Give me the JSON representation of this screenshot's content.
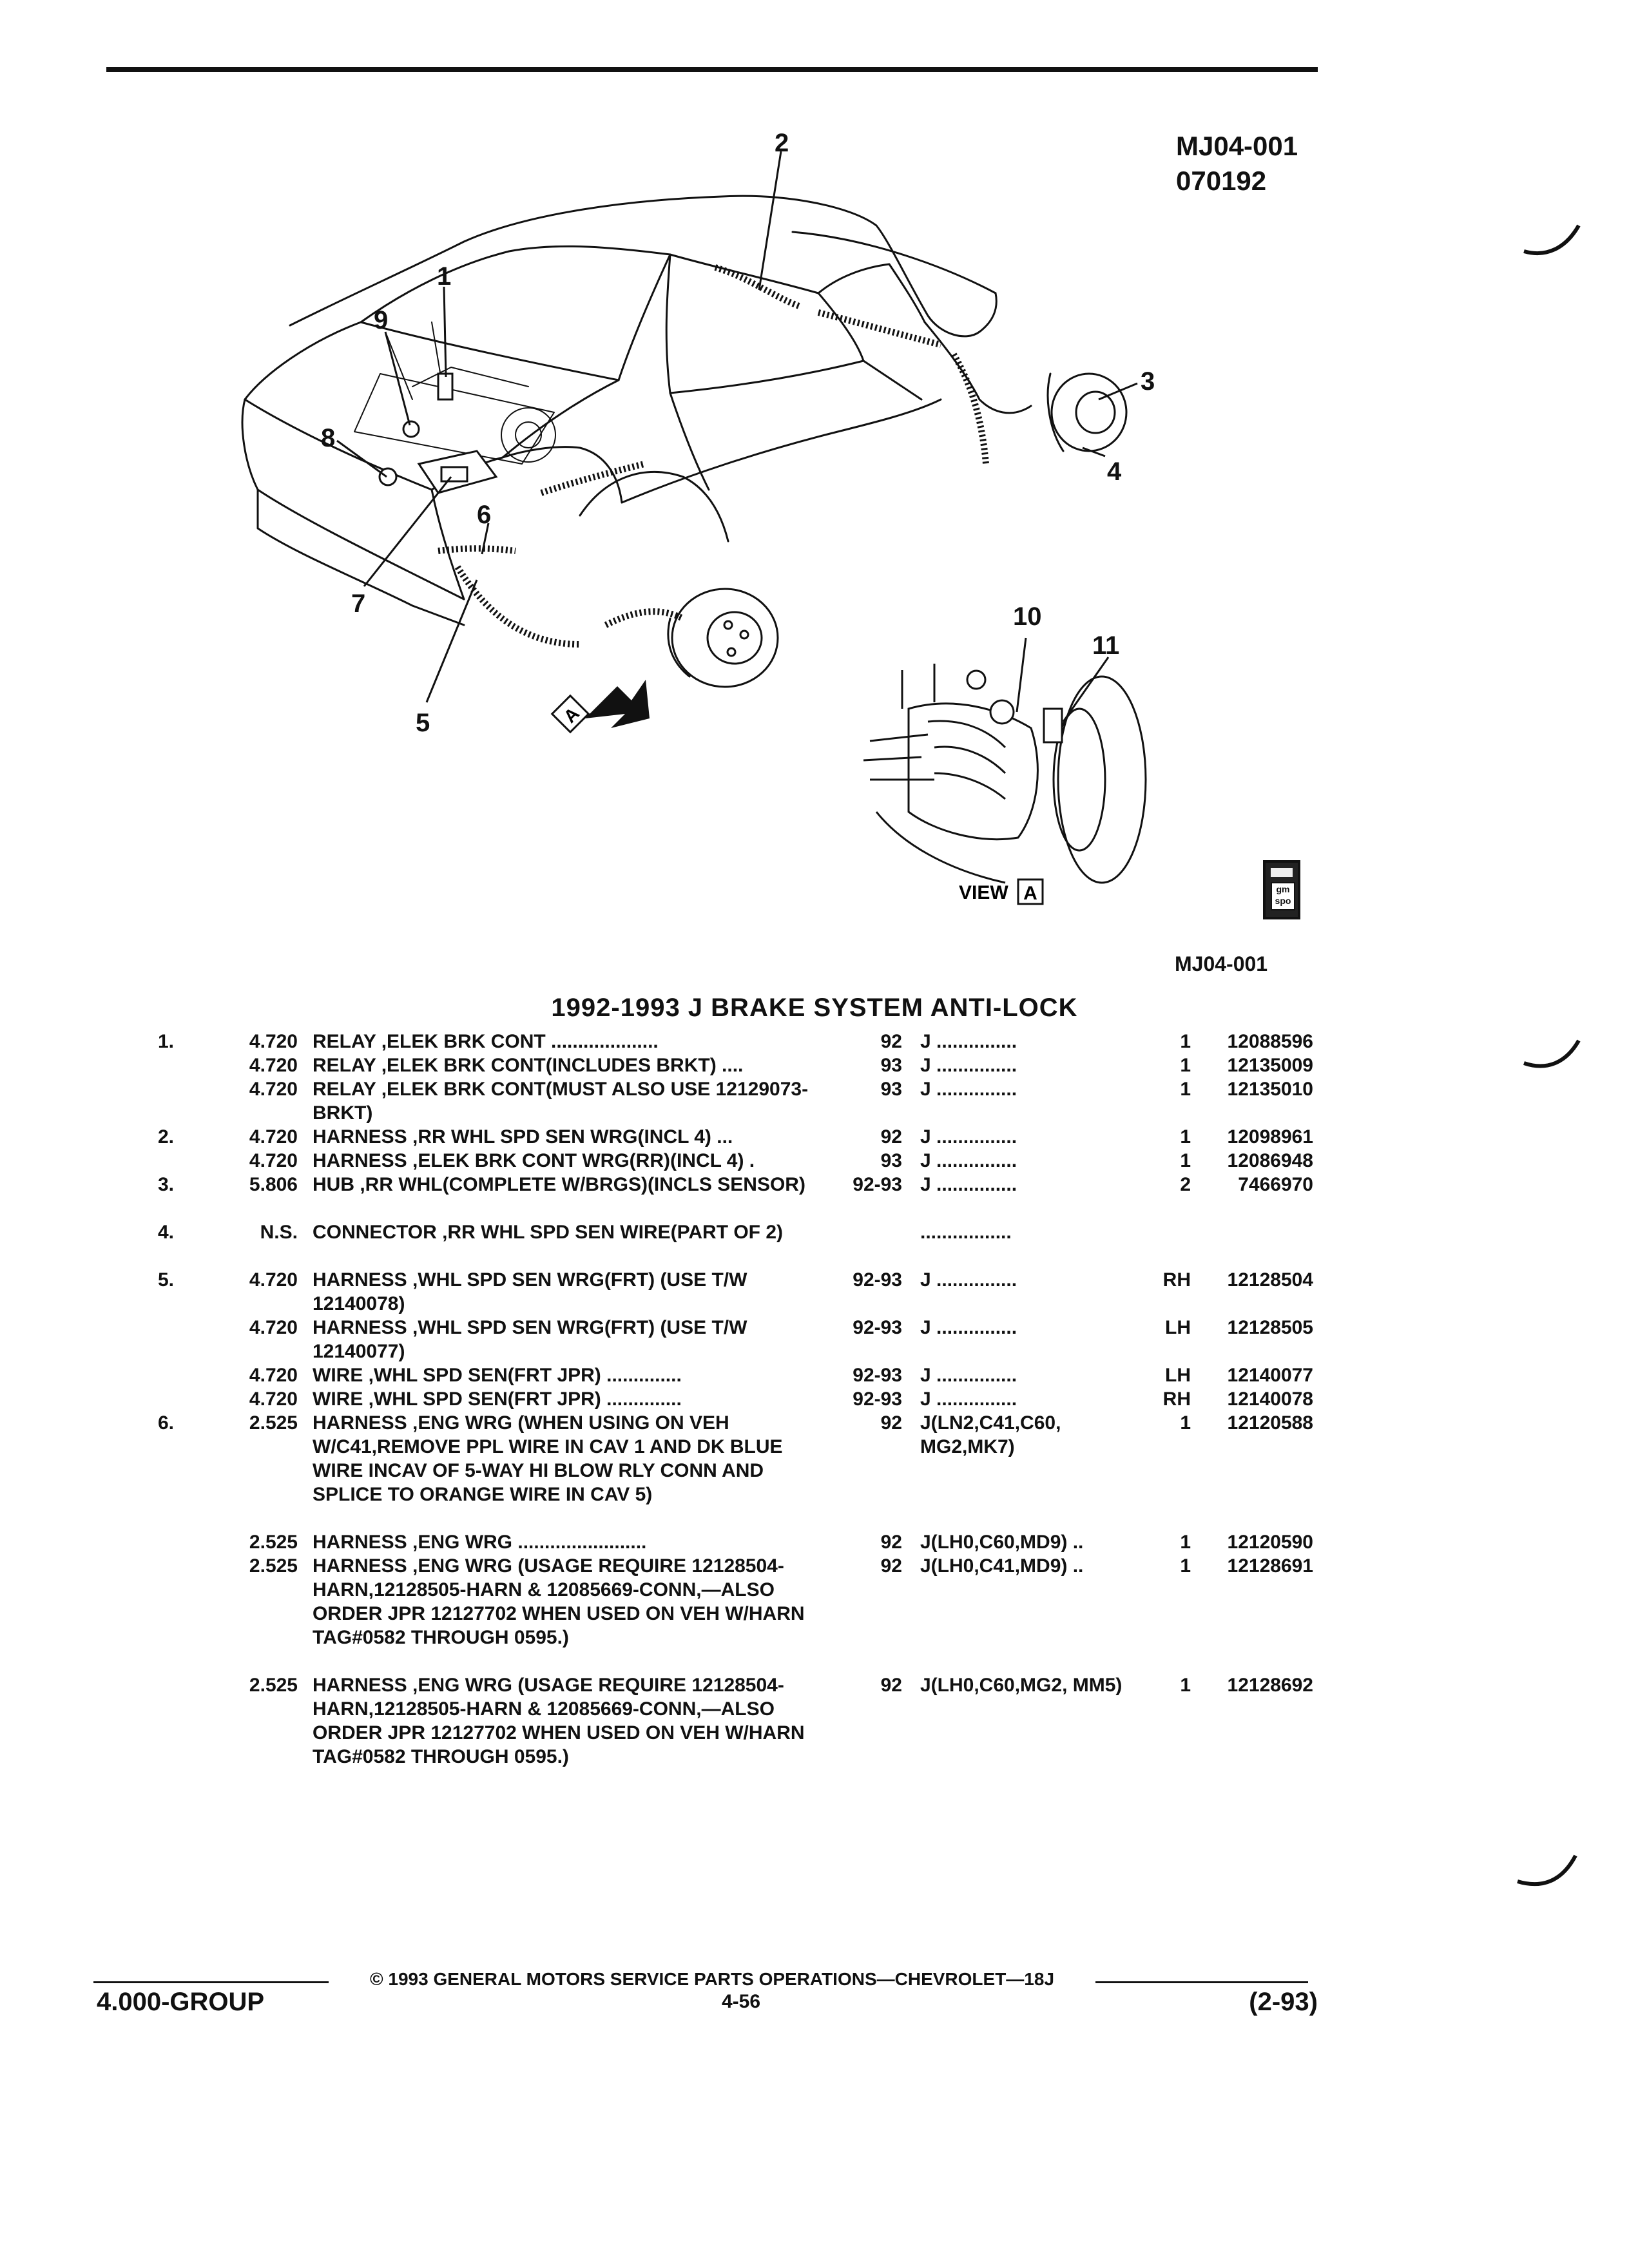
{
  "header": {
    "ref_code": "MJ04-001",
    "ref_date": "070192"
  },
  "diagram": {
    "callouts": [
      "1",
      "2",
      "3",
      "4",
      "5",
      "6",
      "7",
      "8",
      "9",
      "10",
      "11"
    ],
    "view_label": "VIEW",
    "view_letter": "A",
    "figure_code": "MJ04-001"
  },
  "logo_text": "gm spo",
  "section_title": "1992-1993 J BRAKE SYSTEM ANTI-LOCK",
  "parts": [
    {
      "ref": "1.",
      "group": "4.720",
      "desc": "RELAY ,ELEK BRK CONT  ....................",
      "years": "92",
      "app": "J  ...............",
      "qty": "1",
      "pn": "12088596"
    },
    {
      "ref": "",
      "group": "4.720",
      "desc": "RELAY ,ELEK BRK CONT(INCLUDES BRKT)  ....",
      "years": "93",
      "app": "J  ...............",
      "qty": "1",
      "pn": "12135009"
    },
    {
      "ref": "",
      "group": "4.720",
      "desc": "RELAY ,ELEK BRK CONT(MUST ALSO USE 12129073-BRKT)",
      "years": "93",
      "app": "J  ...............",
      "qty": "1",
      "pn": "12135010"
    },
    {
      "ref": "2.",
      "group": "4.720",
      "desc": "HARNESS ,RR WHL SPD SEN WRG(INCL 4)  ...",
      "years": "92",
      "app": "J  ...............",
      "qty": "1",
      "pn": "12098961"
    },
    {
      "ref": "",
      "group": "4.720",
      "desc": "HARNESS ,ELEK BRK CONT WRG(RR)(INCL 4)  .",
      "years": "93",
      "app": "J  ...............",
      "qty": "1",
      "pn": "12086948"
    },
    {
      "ref": "3.",
      "group": "5.806",
      "desc": "HUB ,RR WHL(COMPLETE W/BRGS)(INCLS SENSOR)",
      "years": "92-93",
      "app": "J  ...............",
      "qty": "2",
      "pn": "7466970"
    },
    {
      "ref": "4.",
      "group": "N.S.",
      "desc": "CONNECTOR ,RR WHL SPD SEN WIRE(PART OF 2)",
      "years": "",
      "app": ".................",
      "qty": "",
      "pn": ""
    },
    {
      "ref": "5.",
      "group": "4.720",
      "desc": "HARNESS ,WHL SPD SEN WRG(FRT) (USE T/W 12140078)",
      "years": "92-93",
      "app": "J  ...............",
      "qty": "RH",
      "pn": "12128504"
    },
    {
      "ref": "",
      "group": "4.720",
      "desc": "HARNESS ,WHL SPD SEN WRG(FRT) (USE T/W 12140077)",
      "years": "92-93",
      "app": "J  ...............",
      "qty": "LH",
      "pn": "12128505"
    },
    {
      "ref": "",
      "group": "4.720",
      "desc": "WIRE ,WHL SPD SEN(FRT JPR)  ..............",
      "years": "92-93",
      "app": "J  ...............",
      "qty": "LH",
      "pn": "12140077"
    },
    {
      "ref": "",
      "group": "4.720",
      "desc": "WIRE ,WHL SPD SEN(FRT JPR)  ..............",
      "years": "92-93",
      "app": "J  ...............",
      "qty": "RH",
      "pn": "12140078"
    },
    {
      "ref": "6.",
      "group": "2.525",
      "desc": "HARNESS ,ENG WRG (WHEN USING ON VEH W/C41,REMOVE PPL WIRE IN CAV 1 AND DK BLUE WIRE INCAV OF 5-WAY HI BLOW RLY CONN AND SPLICE TO ORANGE WIRE IN CAV 5)",
      "years": "92",
      "app": "J(LN2,C41,C60, MG2,MK7)",
      "qty": "1",
      "pn": "12120588"
    },
    {
      "ref": "",
      "group": "2.525",
      "desc": "HARNESS ,ENG WRG  ........................",
      "years": "92",
      "app": "J(LH0,C60,MD9)  ..",
      "qty": "1",
      "pn": "12120590"
    },
    {
      "ref": "",
      "group": "2.525",
      "desc": "HARNESS ,ENG WRG (USAGE REQUIRE 12128504-HARN,12128505-HARN & 12085669-CONN,—ALSO ORDER JPR 12127702 WHEN USED ON VEH W/HARN TAG#0582 THROUGH 0595.)",
      "years": "92",
      "app": "J(LH0,C41,MD9)  ..",
      "qty": "1",
      "pn": "12128691"
    },
    {
      "ref": "",
      "group": "2.525",
      "desc": "HARNESS ,ENG WRG (USAGE REQUIRE 12128504-HARN,12128505-HARN & 12085669-CONN,—ALSO ORDER JPR 12127702 WHEN USED ON VEH W/HARN TAG#0582 THROUGH 0595.)",
      "years": "92",
      "app": "J(LH0,C60,MG2, MM5)",
      "qty": "1",
      "pn": "12128692"
    }
  ],
  "footer": {
    "copyright": "©  1993  GENERAL MOTORS SERVICE PARTS OPERATIONS—CHEVROLET—18J",
    "group_label": "4.000-GROUP",
    "page_number": "4-56",
    "revision_date": "(2-93)"
  }
}
